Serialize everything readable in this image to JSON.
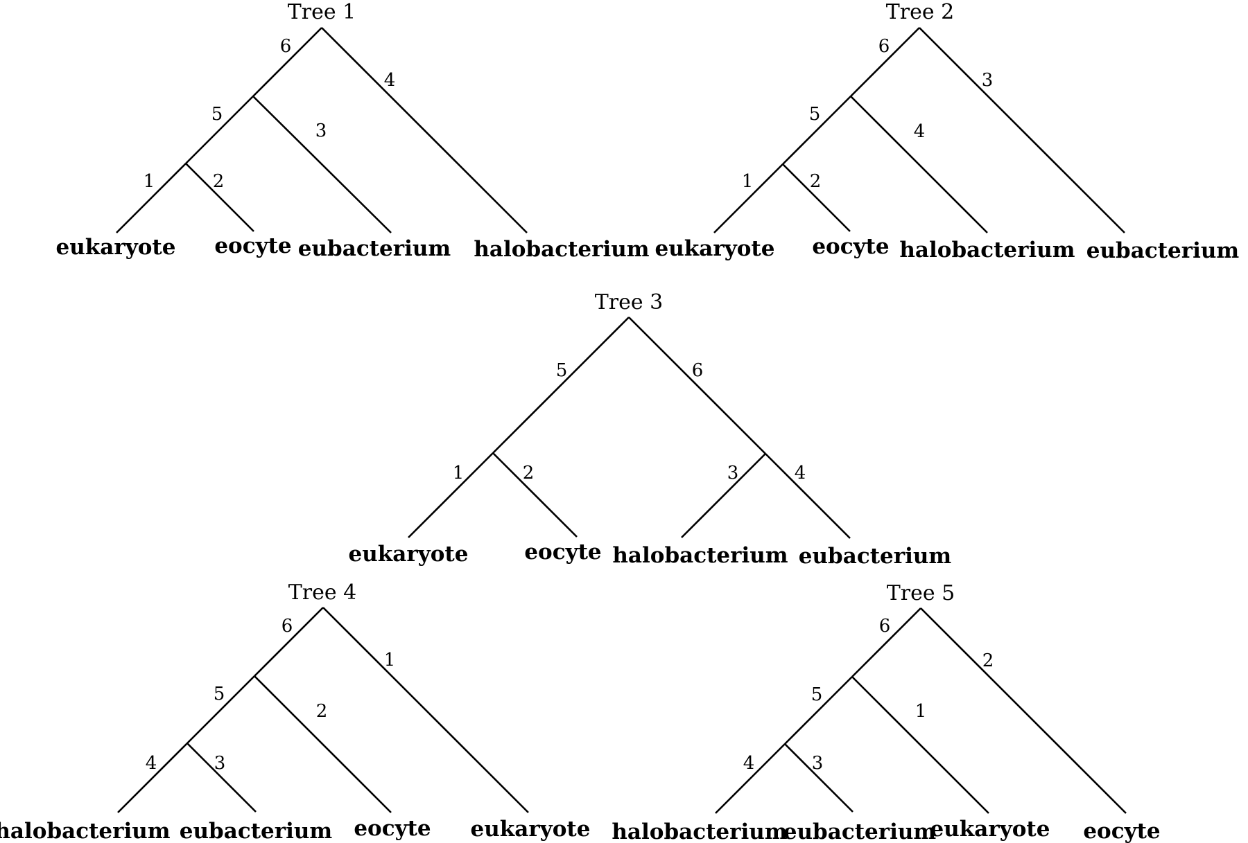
{
  "trees": [
    {
      "title": "Tree 1",
      "leaves": [
        "eukaryote",
        "eocyte",
        "eubacterium",
        "halobacterium"
      ],
      "branch_labels": [
        "6",
        "4",
        "5",
        "3",
        "1",
        "2"
      ]
    },
    {
      "title": "Tree 2",
      "leaves": [
        "eukaryote",
        "eocyte",
        "halobacterium",
        "eubacterium"
      ],
      "branch_labels": [
        "6",
        "3",
        "5",
        "4",
        "1",
        "2"
      ]
    },
    {
      "title": "Tree 3",
      "leaves": [
        "eukaryote",
        "eocyte",
        "halobacterium",
        "eubacterium"
      ],
      "branch_labels": [
        "5",
        "6",
        "1",
        "2",
        "3",
        "4"
      ]
    },
    {
      "title": "Tree 4",
      "leaves": [
        "halobacterium",
        "eubacterium",
        "eocyte",
        "eukaryote"
      ],
      "branch_labels": [
        "6",
        "1",
        "5",
        "2",
        "4",
        "3"
      ]
    },
    {
      "title": "Tree 5",
      "leaves": [
        "halobacterium",
        "eubacterium",
        "eukaryote",
        "eocyte"
      ],
      "branch_labels": [
        "6",
        "2",
        "5",
        "1",
        "4",
        "3"
      ]
    }
  ]
}
